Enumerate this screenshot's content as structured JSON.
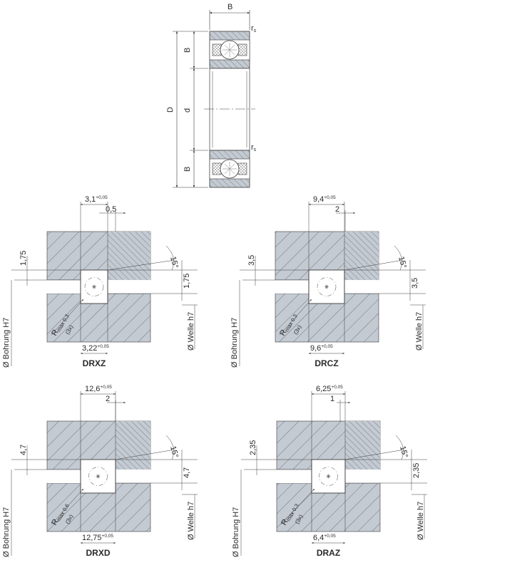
{
  "colors": {
    "material": "#c4cad2",
    "line": "#3a3a3a",
    "ball": "#ffffff"
  },
  "bearing": {
    "label_B_top": "B",
    "label_rs_top": "r",
    "label_rs_top_sub": "s",
    "label_B_upper": "B",
    "label_D": "D",
    "label_d": "d",
    "label_B_lower": "B",
    "label_rs_lower": "r",
    "label_rs_lower_sub": "s"
  },
  "details": [
    {
      "name": "DRXZ",
      "top_width": "3,1",
      "top_tol": "+0,05",
      "offset": "0,5",
      "bottom_width": "3,22",
      "bottom_tol": "+0,05",
      "left_height": "1,75",
      "right_height": "1,75",
      "angle": "15°",
      "radius_main": "R",
      "radius_sub": "max 0,3",
      "radius_count": "(3x)",
      "bore_label": "Ø Bohrung H7",
      "shaft_label": "Ø Welle h7"
    },
    {
      "name": "DRCZ",
      "top_width": "9,4",
      "top_tol": "+0,05",
      "offset": "2",
      "bottom_width": "9,6",
      "bottom_tol": "+0,05",
      "left_height": "3,5",
      "right_height": "3,5",
      "angle": "15°",
      "radius_main": "R",
      "radius_sub": "max 0,3",
      "radius_count": "(3x)",
      "bore_label": "Ø Bohrung H7",
      "shaft_label": "Ø Welle h7"
    },
    {
      "name": "DRXD",
      "top_width": "12,6",
      "top_tol": "+0,05",
      "offset": "2",
      "bottom_width": "12,75",
      "bottom_tol": "+0,05",
      "left_height": "4,7",
      "right_height": "4,7",
      "angle": "15°",
      "radius_main": "R",
      "radius_sub": "max 0,6",
      "radius_count": "(3x)",
      "bore_label": "Ø Bohrung H7",
      "shaft_label": "Ø Welle h7"
    },
    {
      "name": "DRAZ",
      "top_width": "6,25",
      "top_tol": "+0,05",
      "offset": "1",
      "bottom_width": "6,4",
      "bottom_tol": "+0,05",
      "left_height": "2,35",
      "right_height": "2,35",
      "angle": "15°",
      "radius_main": "R",
      "radius_sub": "max 0,3",
      "radius_count": "(3x)",
      "bore_label": "Ø Bohrung H7",
      "shaft_label": "Ø Welle h7"
    }
  ]
}
